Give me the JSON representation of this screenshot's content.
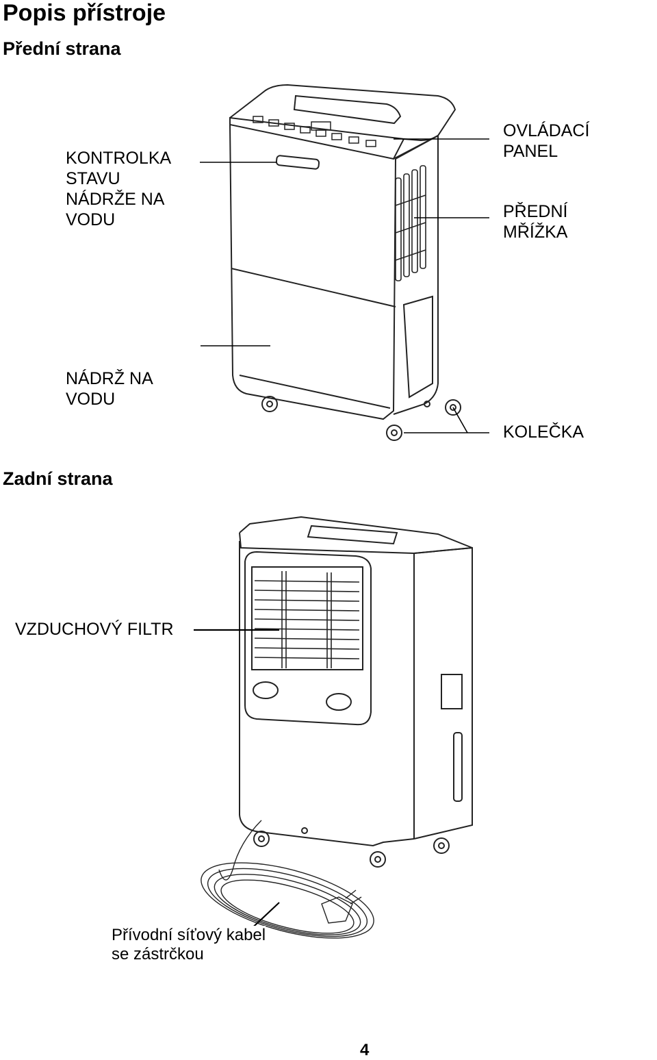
{
  "title": "Popis přístroje",
  "front": {
    "heading": "Přední strana",
    "labels": {
      "tank_indicator": "KONTROLKA\nSTAVU\nNÁDRŽE NA\nVODU",
      "control_panel": "OVLÁDACÍ\nPANEL",
      "front_grille": "PŘEDNÍ\nMŘÍŽKA",
      "water_tank": "NÁDRŽ NA\nVODU",
      "wheels": "KOLEČKA"
    }
  },
  "back": {
    "heading": "Zadní strana",
    "labels": {
      "air_filter": "VZDUCHOVÝ FILTR",
      "power_cord": "Přívodní síťový kabel\nse zástrčkou"
    }
  },
  "page_number": "4"
}
